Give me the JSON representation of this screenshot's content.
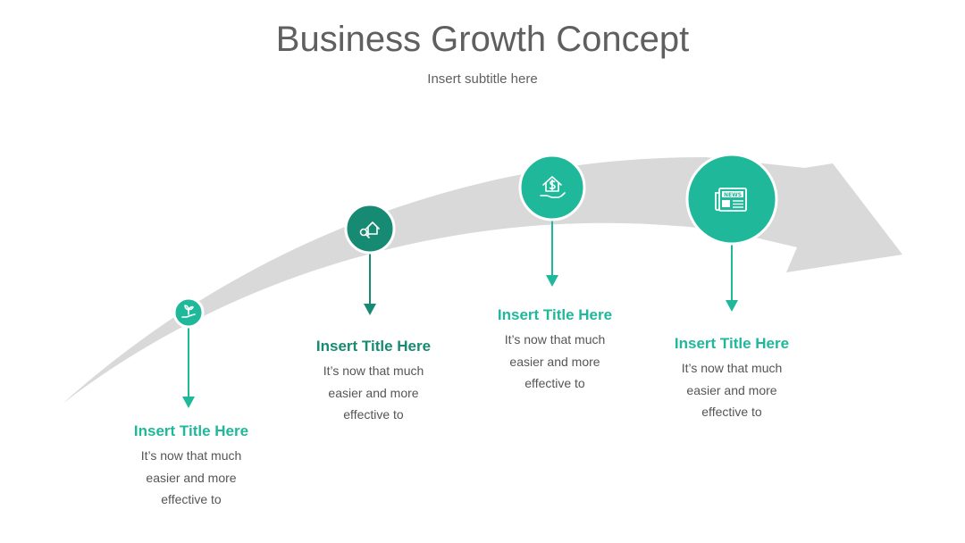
{
  "header": {
    "title": "Business Growth Concept",
    "subtitle": "Insert subtitle here"
  },
  "colors": {
    "accent": "#1fb89a",
    "accent_dark": "#178a73",
    "arrow": "#d9d9d9",
    "heading": "#5f5f5f"
  },
  "steps": [
    {
      "icon": "plant-in-hand-icon",
      "title": "Insert Title Here",
      "body": "It’s now that much\neasier and more\neffective to"
    },
    {
      "icon": "house-key-icon",
      "title": "Insert Title Here",
      "body": "It’s now that much\neasier and more\neffective to"
    },
    {
      "icon": "house-dollar-hand-icon",
      "title": "Insert Title Here",
      "body": "It’s now that much\neasier and more\neffective to"
    },
    {
      "icon": "newspaper-icon",
      "title": "Insert Title Here",
      "body": "It’s now that much\neasier and more\neffective to"
    }
  ]
}
